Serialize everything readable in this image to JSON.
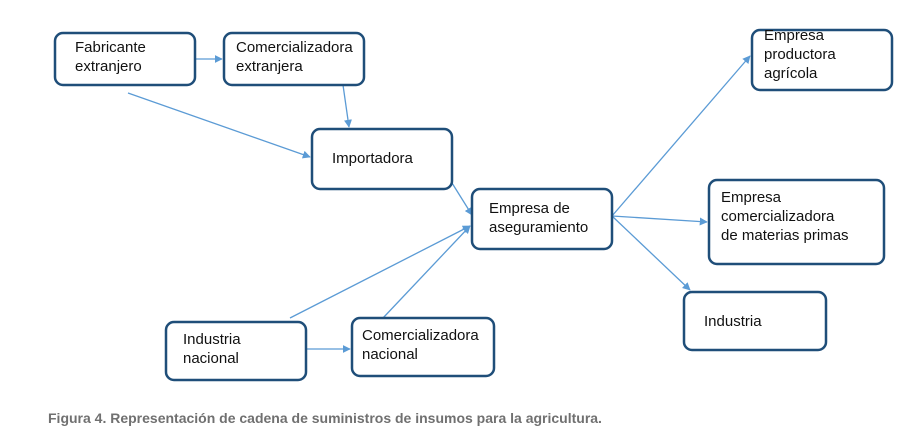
{
  "nodes": [
    {
      "id": "fabricante-extranjero",
      "lines": [
        "Fabricante",
        "extranjero"
      ]
    },
    {
      "id": "comercializadora-extranjera",
      "lines": [
        "Comercializadora",
        "extranjera"
      ]
    },
    {
      "id": "importadora",
      "lines": [
        "Importadora"
      ]
    },
    {
      "id": "empresa-aseguramiento",
      "lines": [
        "Empresa de",
        "aseguramiento"
      ]
    },
    {
      "id": "industria-nacional",
      "lines": [
        "Industria",
        "nacional"
      ]
    },
    {
      "id": "comercializadora-nacional",
      "lines": [
        "Comercializadora",
        "nacional"
      ]
    },
    {
      "id": "empresa-productora-agricola",
      "lines": [
        "Empresa",
        "productora",
        "agrícola"
      ]
    },
    {
      "id": "empresa-comercializadora-materias-primas",
      "lines": [
        "Empresa",
        "comercializadora",
        "de materias primas"
      ]
    },
    {
      "id": "industria",
      "lines": [
        "Industria"
      ]
    }
  ],
  "edges": [
    {
      "from": "fabricante-extranjero",
      "to": "comercializadora-extranjera"
    },
    {
      "from": "fabricante-extranjero",
      "to": "importadora"
    },
    {
      "from": "comercializadora-extranjera",
      "to": "importadora"
    },
    {
      "from": "importadora",
      "to": "empresa-aseguramiento"
    },
    {
      "from": "industria-nacional",
      "to": "empresa-aseguramiento"
    },
    {
      "from": "industria-nacional",
      "to": "comercializadora-nacional"
    },
    {
      "from": "comercializadora-nacional",
      "to": "empresa-aseguramiento"
    },
    {
      "from": "empresa-aseguramiento",
      "to": "empresa-productora-agricola"
    },
    {
      "from": "empresa-aseguramiento",
      "to": "empresa-comercializadora-materias-primas"
    },
    {
      "from": "empresa-aseguramiento",
      "to": "industria"
    }
  ],
  "caption": "Figura 4. Representación de cadena de suministros de insumos para la agricultura.",
  "colors": {
    "node_border": "#1f4e79",
    "edge": "#5b9bd5",
    "caption": "#707070"
  }
}
